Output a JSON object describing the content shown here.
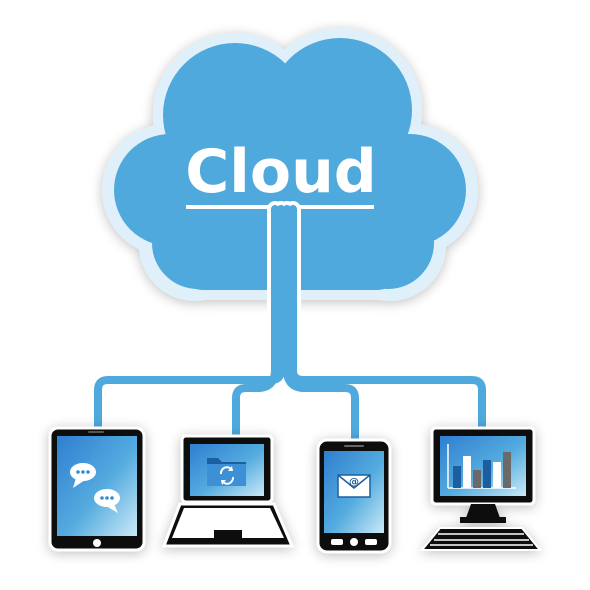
{
  "cloud": {
    "label": "Cloud",
    "fill": "#4fa9dc",
    "halo": "#d8eef9"
  },
  "colors": {
    "connector": "#4fa9dc",
    "device_frame": "#111111",
    "screen": "#2f8fd2",
    "screen_light": "#bfe4f7"
  },
  "devices": [
    {
      "kind": "tablet",
      "screen_icon": "chat-bubbles-icon"
    },
    {
      "kind": "laptop",
      "screen_icon": "sync-folder-icon"
    },
    {
      "kind": "smartphone",
      "screen_icon": "email-envelope-icon",
      "icon_text": "@"
    },
    {
      "kind": "desktop-monitor",
      "screen_icon": "bar-chart-icon"
    }
  ]
}
